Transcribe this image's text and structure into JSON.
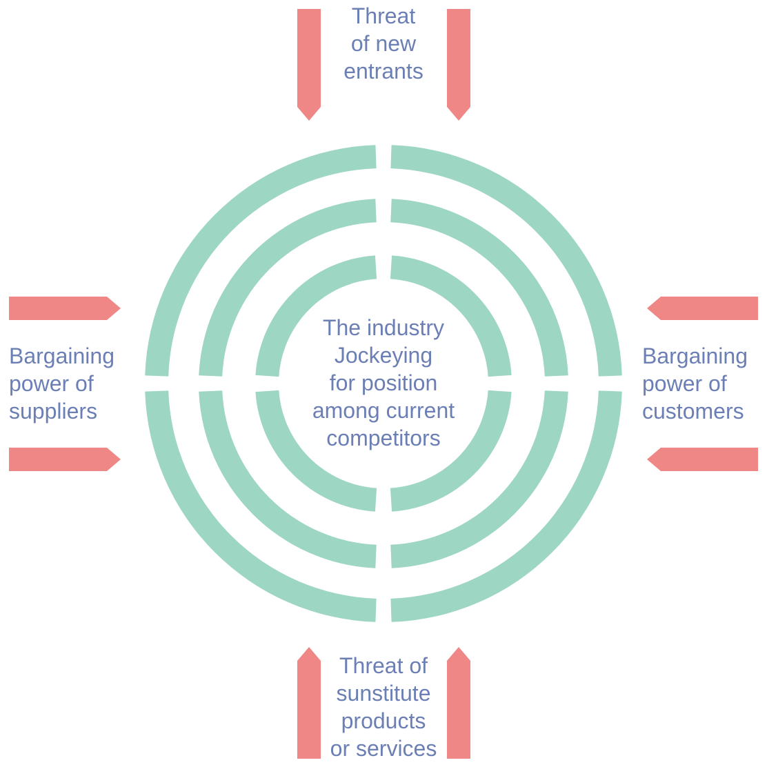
{
  "colors": {
    "ring": "#9dd6c2",
    "arrow": "#ef8787",
    "text": "#6b7fb5",
    "background": "#ffffff"
  },
  "labels": {
    "top": "Threat\nof new\nentrants",
    "bottom": "Threat of\nsunstitute\nproducts\nor services",
    "left": "Bargaining\npower of\nsuppliers",
    "right": "Bargaining\npower of\ncustomers",
    "center": "The industry\nJockeying\nfor position\namong current\ncompetitors"
  }
}
